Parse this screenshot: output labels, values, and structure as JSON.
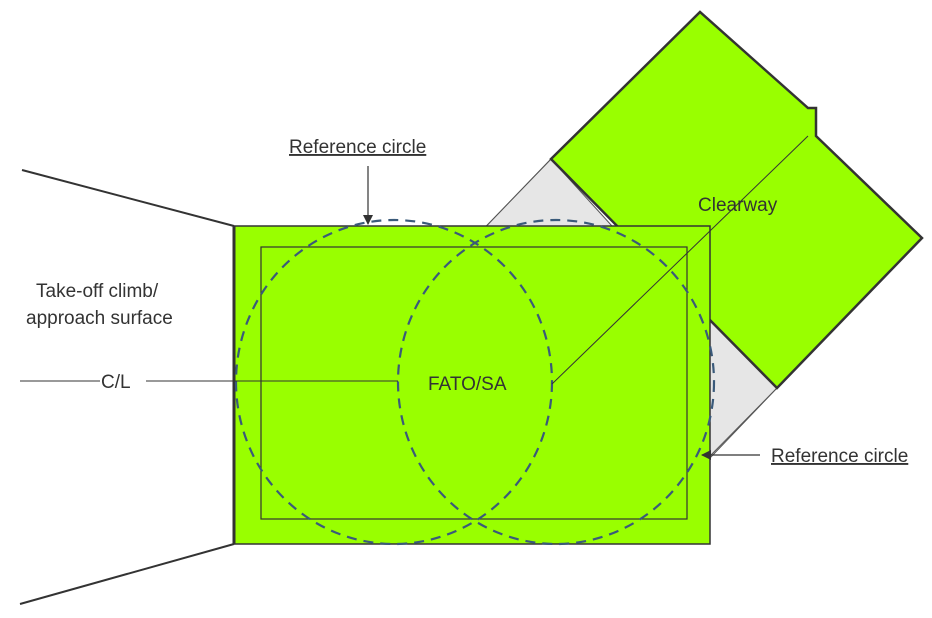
{
  "labels": {
    "reference_circle_top": "Reference circle",
    "clearway": "Clearway",
    "takeoff_line1": "Take-off climb/",
    "takeoff_line2": "approach surface",
    "centerline": "C/L",
    "fato": "FATO/SA",
    "reference_circle_right": "Reference circle"
  },
  "colors": {
    "area_fill": "#99ff00",
    "splay_fill": "#e6e6e6",
    "outline": "#333333",
    "circle_stroke": "#3a5a7a",
    "text": "#333333"
  }
}
